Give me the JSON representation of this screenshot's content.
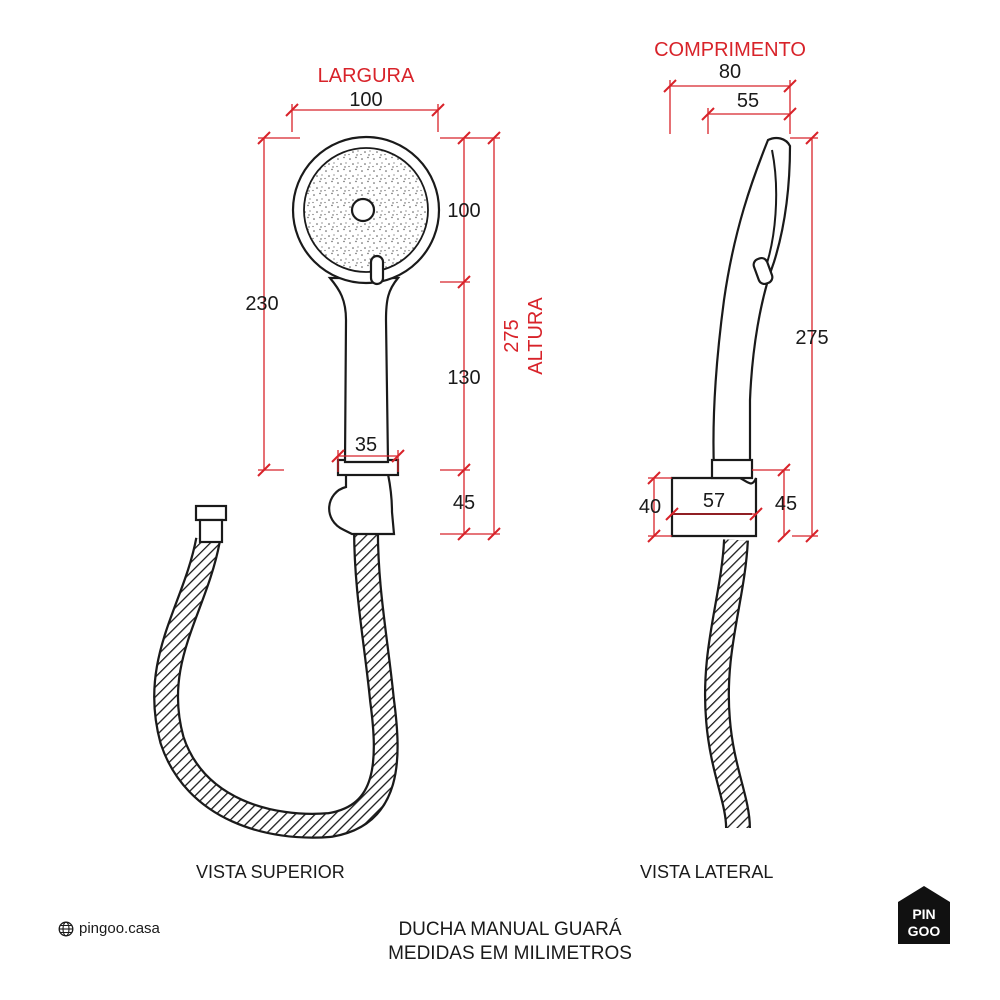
{
  "top_view": {
    "label_width_title": "LARGURA",
    "width": "100",
    "head_diameter": "100",
    "handle_length": "130",
    "holder_height": "45",
    "handle_width": "35",
    "length_to_holder": "230",
    "total_height": "275",
    "label_height_title": "ALTURA",
    "caption": "VISTA SUPERIOR"
  },
  "side_view": {
    "label_length_title": "COMPRIMENTO",
    "length": "80",
    "head_depth": "55",
    "total_height": "275",
    "holder_height": "40",
    "holder_depth": "57",
    "holder_side_height": "45",
    "caption": "VISTA LATERAL"
  },
  "footer": {
    "brand_url": "pingoo.casa",
    "title_line1": "DUCHA MANUAL GUARÁ",
    "title_line2": "MEDIDAS EM MILIMETROS",
    "logo_line1": "PIN",
    "logo_line2": "GOO"
  },
  "icons": {
    "globe": "globe-icon",
    "logo": "pingoo-house-logo"
  },
  "colors": {
    "dimension_red": "#d8232a",
    "ink": "#1a1a1a"
  }
}
